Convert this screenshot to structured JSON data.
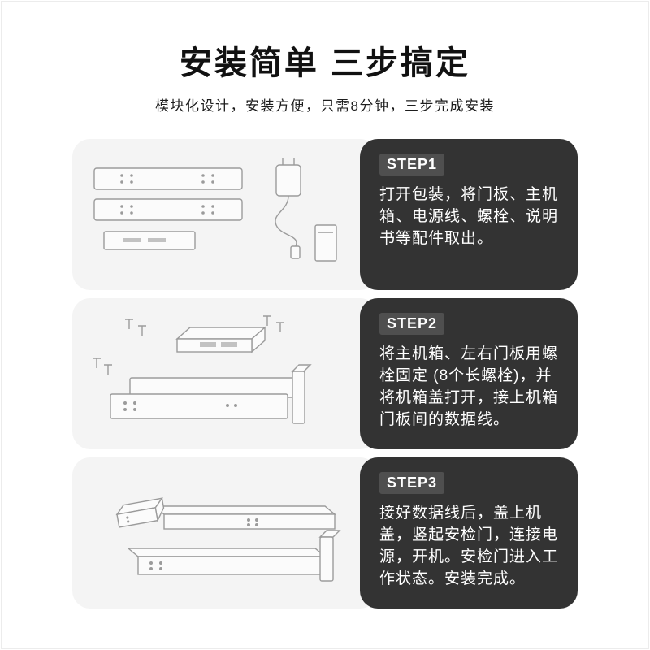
{
  "page": {
    "title": "安装简单 三步搞定",
    "subtitle": "模块化设计，安装方便，只需8分钟，三步完成安装"
  },
  "colors": {
    "dark_panel": "#333333",
    "light_panel": "#f4f4f4",
    "title_text": "#111111",
    "step_text": "#ffffff",
    "step_badge": "#4f4f4f",
    "illustration_stroke": "#9b9b9b"
  },
  "steps": [
    {
      "label": "STEP1",
      "text": "打开包装，将门板、主机箱、电源线、螺栓、说明书等配件取出。",
      "illustration": "unpacked-parts"
    },
    {
      "label": "STEP2",
      "text": "将主机箱、左右门板用螺栓固定 (8个长螺栓)，并将机箱盖打开，接上机箱门板间的数据线。",
      "illustration": "bolt-assembly"
    },
    {
      "label": "STEP3",
      "text": "接好数据线后，盖上机盖，竖起安检门，连接电源，开机。安检门进入工作状态。安装完成。",
      "illustration": "assembled-gate"
    }
  ]
}
